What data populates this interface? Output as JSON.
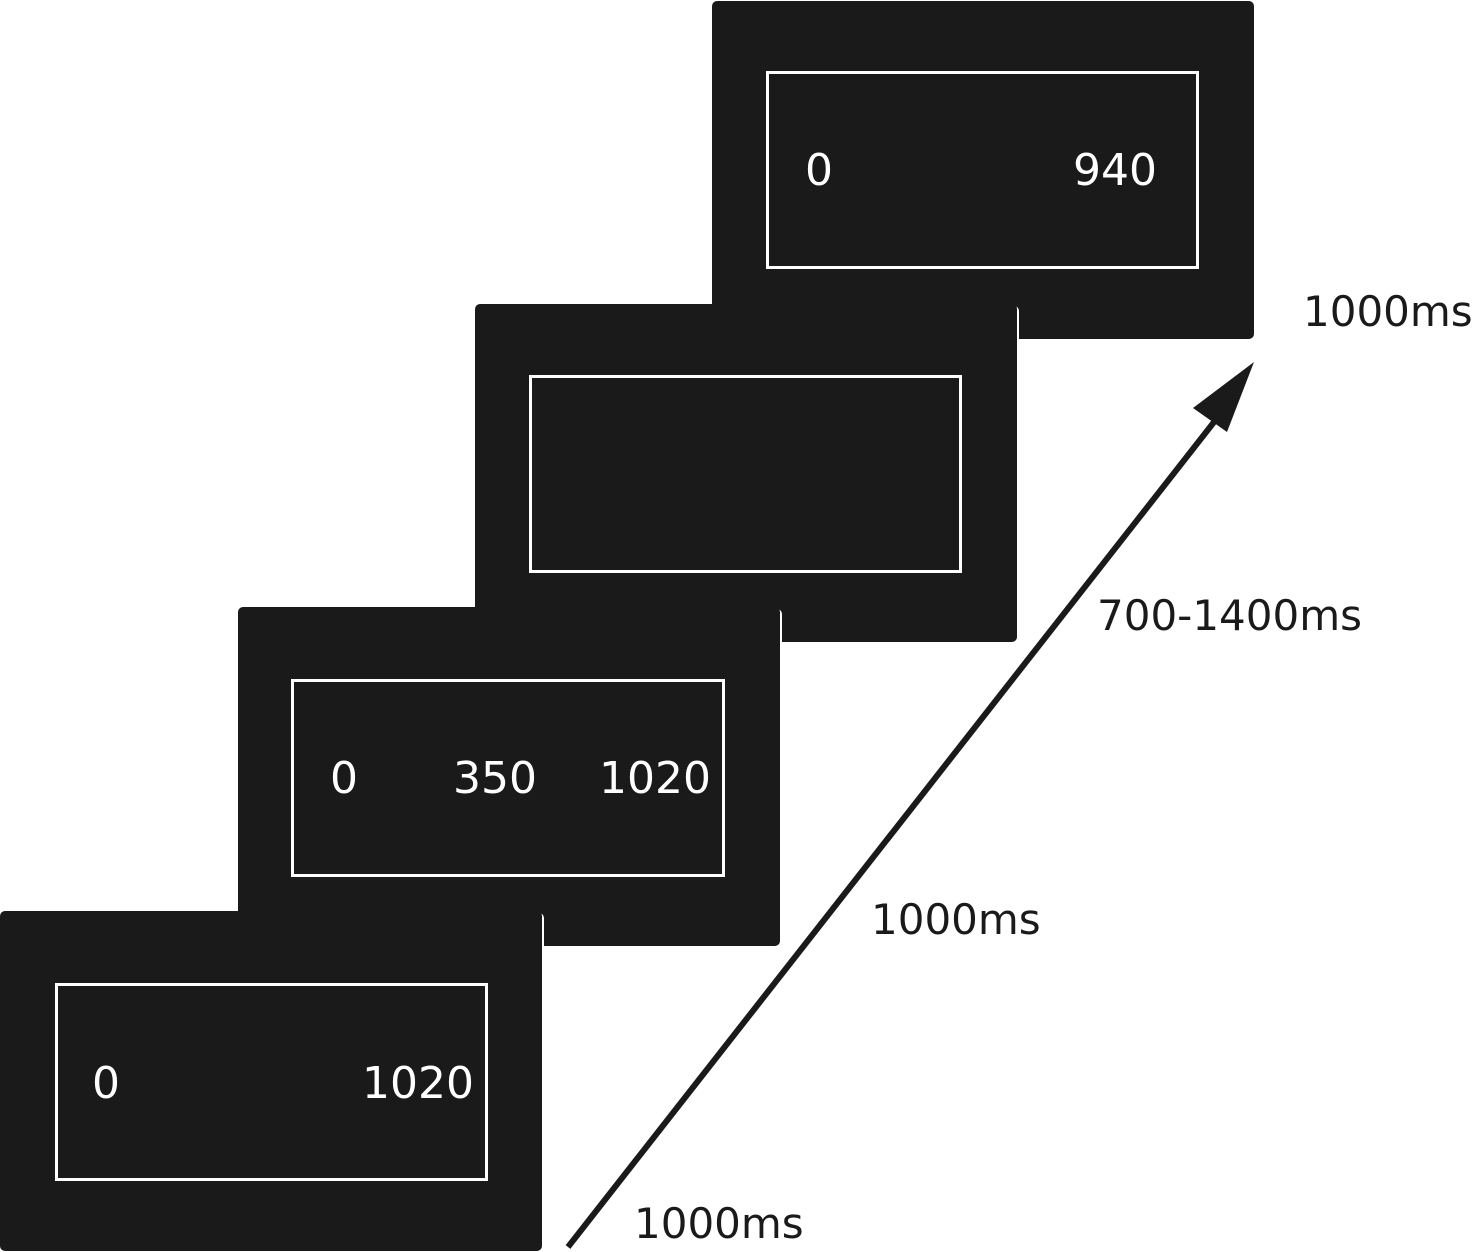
{
  "screens": [
    {
      "numbers": {
        "left": "0",
        "right": "1020"
      }
    },
    {
      "numbers": {
        "left": "0",
        "middle": "350",
        "right": "1020"
      }
    },
    {
      "numbers": {}
    },
    {
      "numbers": {
        "left": "0",
        "right": "940"
      }
    }
  ],
  "timings": {
    "t1": "1000ms",
    "t2": "1000ms",
    "t3": "700-1400ms",
    "t4": "1000ms"
  },
  "colors": {
    "screen_bg": "#1a1a1a",
    "box_border": "#ffffff",
    "text_on_screen": "#ffffff",
    "label_text": "#1a1a1a",
    "arrow": "#1a1a1a"
  }
}
